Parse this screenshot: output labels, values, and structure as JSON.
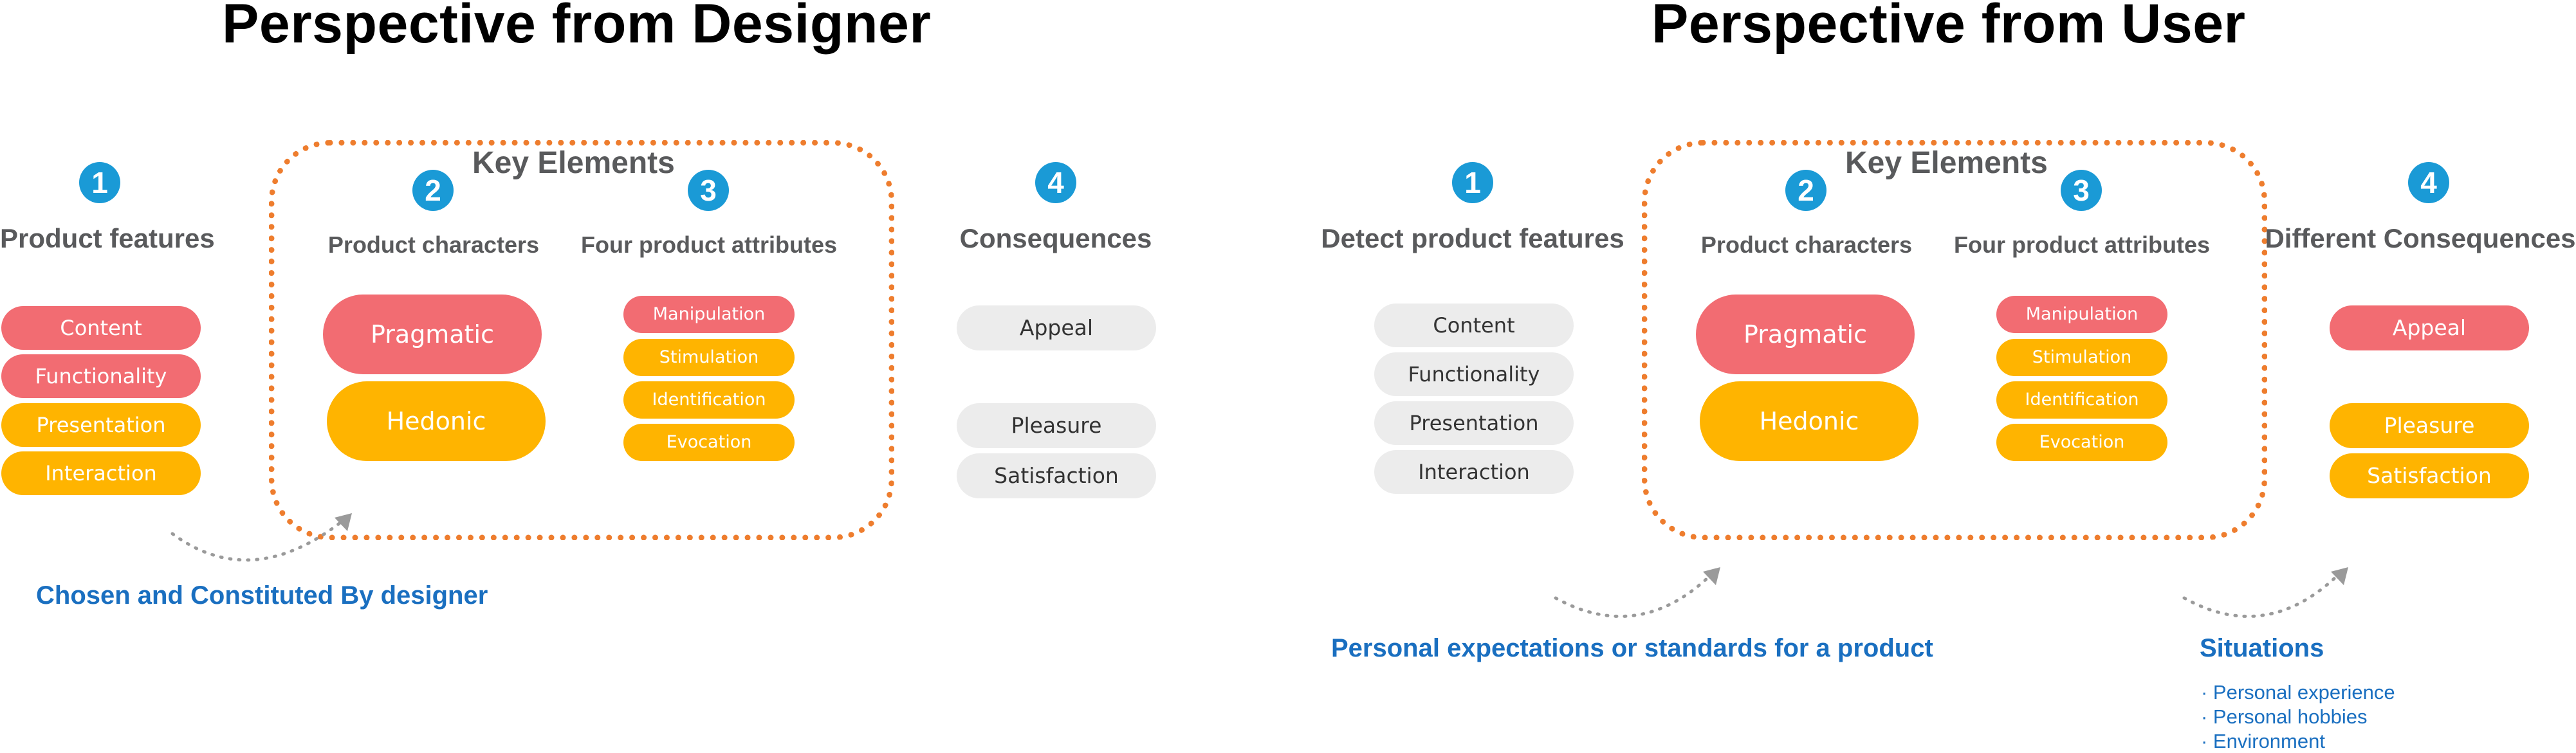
{
  "designer": {
    "title": "Perspective from Designer",
    "key_label": "Key Elements",
    "num1": "1",
    "num2": "2",
    "num3": "3",
    "num4": "4",
    "features_title": "Product features",
    "features": [
      "Content",
      "Functionality",
      "Presentation",
      "Interaction"
    ],
    "characters_title": "Product characters",
    "pragmatic": "Pragmatic",
    "hedonic": "Hedonic",
    "attributes_title": "Four product attributes",
    "attributes": [
      "Manipulation",
      "Stimulation",
      "Identification",
      "Evocation"
    ],
    "consequences_title": "Consequences",
    "consequences": [
      "Appeal",
      "Pleasure",
      "Satisfaction"
    ],
    "chosen_text": "Chosen and Constituted By designer"
  },
  "user": {
    "title": "Perspective from User",
    "key_label": "Key Elements",
    "num1": "1",
    "num2": "2",
    "num3": "3",
    "num4": "4",
    "features_title": "Detect product features",
    "features": [
      "Content",
      "Functionality",
      "Presentation",
      "Interaction"
    ],
    "characters_title": "Product characters",
    "pragmatic": "Pragmatic",
    "hedonic": "Hedonic",
    "attributes_title": "Four product attributes",
    "attributes": [
      "Manipulation",
      "Stimulation",
      "Identification",
      "Evocation"
    ],
    "consequences_title": "Different Consequences",
    "consequences": [
      "Appeal",
      "Pleasure",
      "Satisfaction"
    ],
    "expectations_text": "Personal expectations or standards for a product",
    "situations_title": "Situations",
    "situations": [
      "·  Personal experience",
      "·  Personal hobbies",
      "·  Environment"
    ]
  },
  "colors": {
    "red": "#f26c72",
    "yellow": "#ffb400",
    "grey": "#ececec",
    "blue": "#1a9ad6",
    "orange_border": "#ee7d2e",
    "text_blue": "#1a6fc0"
  }
}
